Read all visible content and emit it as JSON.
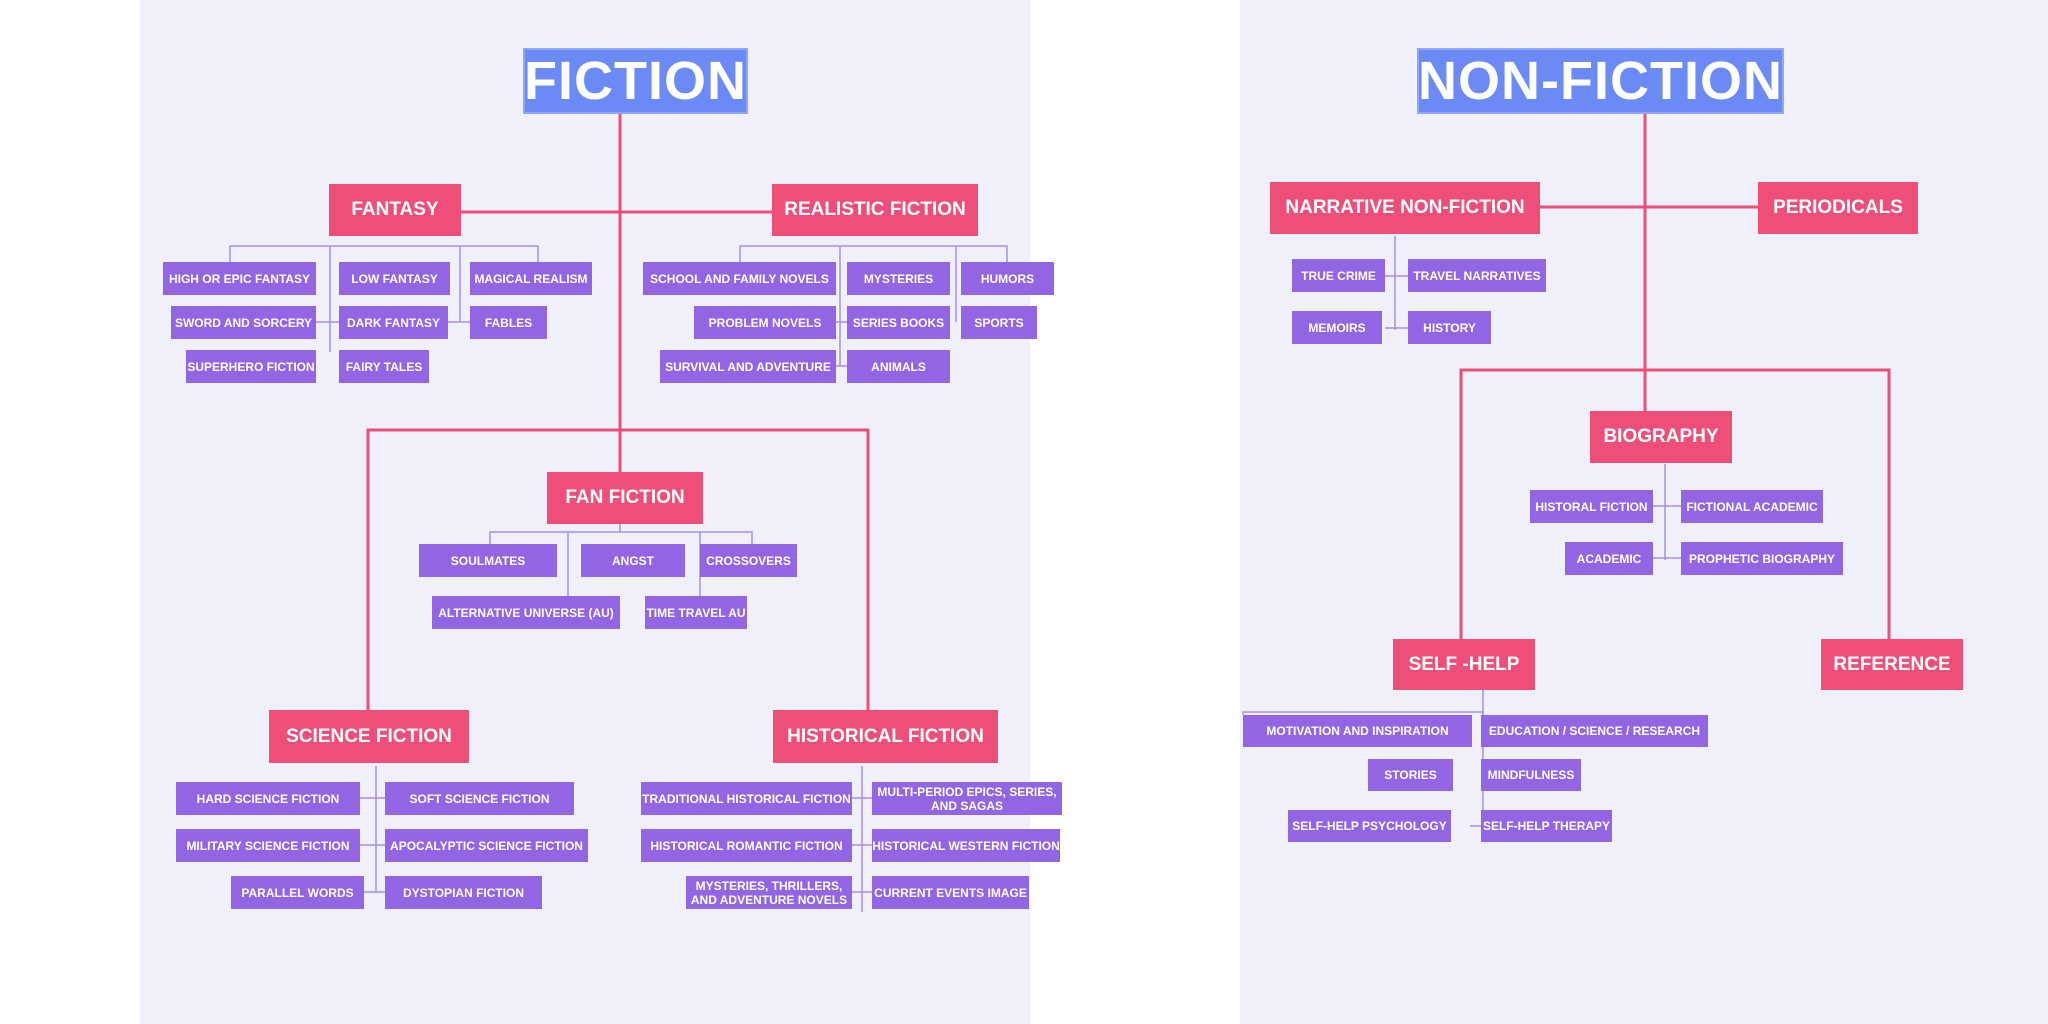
{
  "colors": {
    "title": "#6b8af5",
    "category": "#ee4f79",
    "leaf": "#9265e4",
    "connector_main": "#ee4f79",
    "connector_leaf": "#a88ee6",
    "background": "#eff0f9"
  },
  "fiction": {
    "title": "FICTION",
    "fantasy": {
      "label": "FANTASY",
      "items": [
        "HIGH OR EPIC FANTASY",
        "LOW FANTASY",
        "MAGICAL REALISM",
        "SWORD AND SORCERY",
        "DARK FANTASY",
        "FABLES",
        "SUPERHERO FICTION",
        "FAIRY TALES"
      ]
    },
    "realistic": {
      "label": "REALISTIC FICTION",
      "items": [
        "SCHOOL AND FAMILY NOVELS",
        "MYSTERIES",
        "HUMORS",
        "PROBLEM NOVELS",
        "SERIES BOOKS",
        "SPORTS",
        "SURVIVAL AND ADVENTURE",
        "ANIMALS"
      ]
    },
    "fan": {
      "label": "FAN FICTION",
      "items": [
        "SOULMATES",
        "ANGST",
        "CROSSOVERS",
        "ALTERNATIVE UNIVERSE (AU)",
        "TIME TRAVEL AU"
      ]
    },
    "scifi": {
      "label": "SCIENCE FICTION",
      "items": [
        "HARD SCIENCE FICTION",
        "SOFT SCIENCE FICTION",
        "MILITARY SCIENCE FICTION",
        "APOCALYPTIC SCIENCE FICTION",
        "PARALLEL WORDS",
        "DYSTOPIAN FICTION"
      ]
    },
    "historical": {
      "label": "HISTORICAL FICTION",
      "items": [
        "TRADITIONAL HISTORICAL FICTION",
        "MULTI-PERIOD EPICS, SERIES, AND SAGAS",
        "HISTORICAL ROMANTIC FICTION",
        "HISTORICAL WESTERN FICTION",
        "MYSTERIES, THRILLERS, AND ADVENTURE NOVELS",
        "CURRENT EVENTS IMAGE"
      ]
    }
  },
  "nonfiction": {
    "title": "NON-FICTION",
    "narrative": {
      "label": "NARRATIVE NON-FICTION",
      "items": [
        "TRUE CRIME",
        "TRAVEL NARRATIVES",
        "MEMOIRS",
        "HISTORY"
      ]
    },
    "periodicals": {
      "label": "PERIODICALS"
    },
    "biography": {
      "label": "BIOGRAPHY",
      "items": [
        "HISTORAL FICTION",
        "FICTIONAL ACADEMIC",
        "ACADEMIC",
        "PROPHETIC BIOGRAPHY"
      ]
    },
    "selfhelp": {
      "label": "SELF -HELP",
      "items": [
        "MOTIVATION AND INSPIRATION",
        "EDUCATION / SCIENCE / RESEARCH",
        "STORIES",
        "MINDFULNESS",
        "SELF-HELP PSYCHOLOGY",
        "SELF-HELP THERAPY"
      ]
    },
    "reference": {
      "label": "REFERENCE"
    }
  }
}
